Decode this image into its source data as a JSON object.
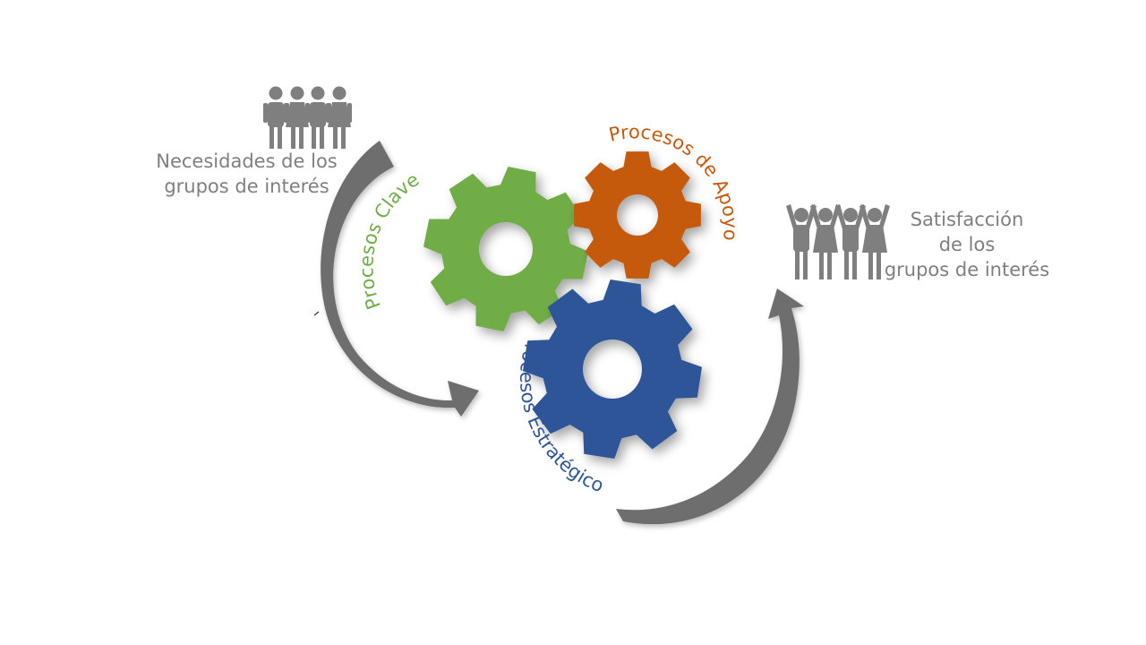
{
  "needs": {
    "lines": [
      "Necesidades de los",
      "grupos de interés"
    ]
  },
  "satisfaction": {
    "lines": [
      "Satisfacción",
      "de los",
      "grupos de interés"
    ]
  },
  "gears": {
    "key": {
      "label": "Procesos Clave",
      "color": "#70ad47"
    },
    "support": {
      "label": "Procesos de Apoyo",
      "color": "#c55a11"
    },
    "strategic": {
      "label": "Procesos Estratégicos",
      "color": "#2f5597"
    }
  },
  "colors": {
    "arrow": "#6e6e6e",
    "people": "#7f7f7f",
    "text": "#7f7f7f"
  },
  "icons": {
    "people_left": "group-of-people-icon",
    "people_right": "people-celebrating-icon"
  }
}
